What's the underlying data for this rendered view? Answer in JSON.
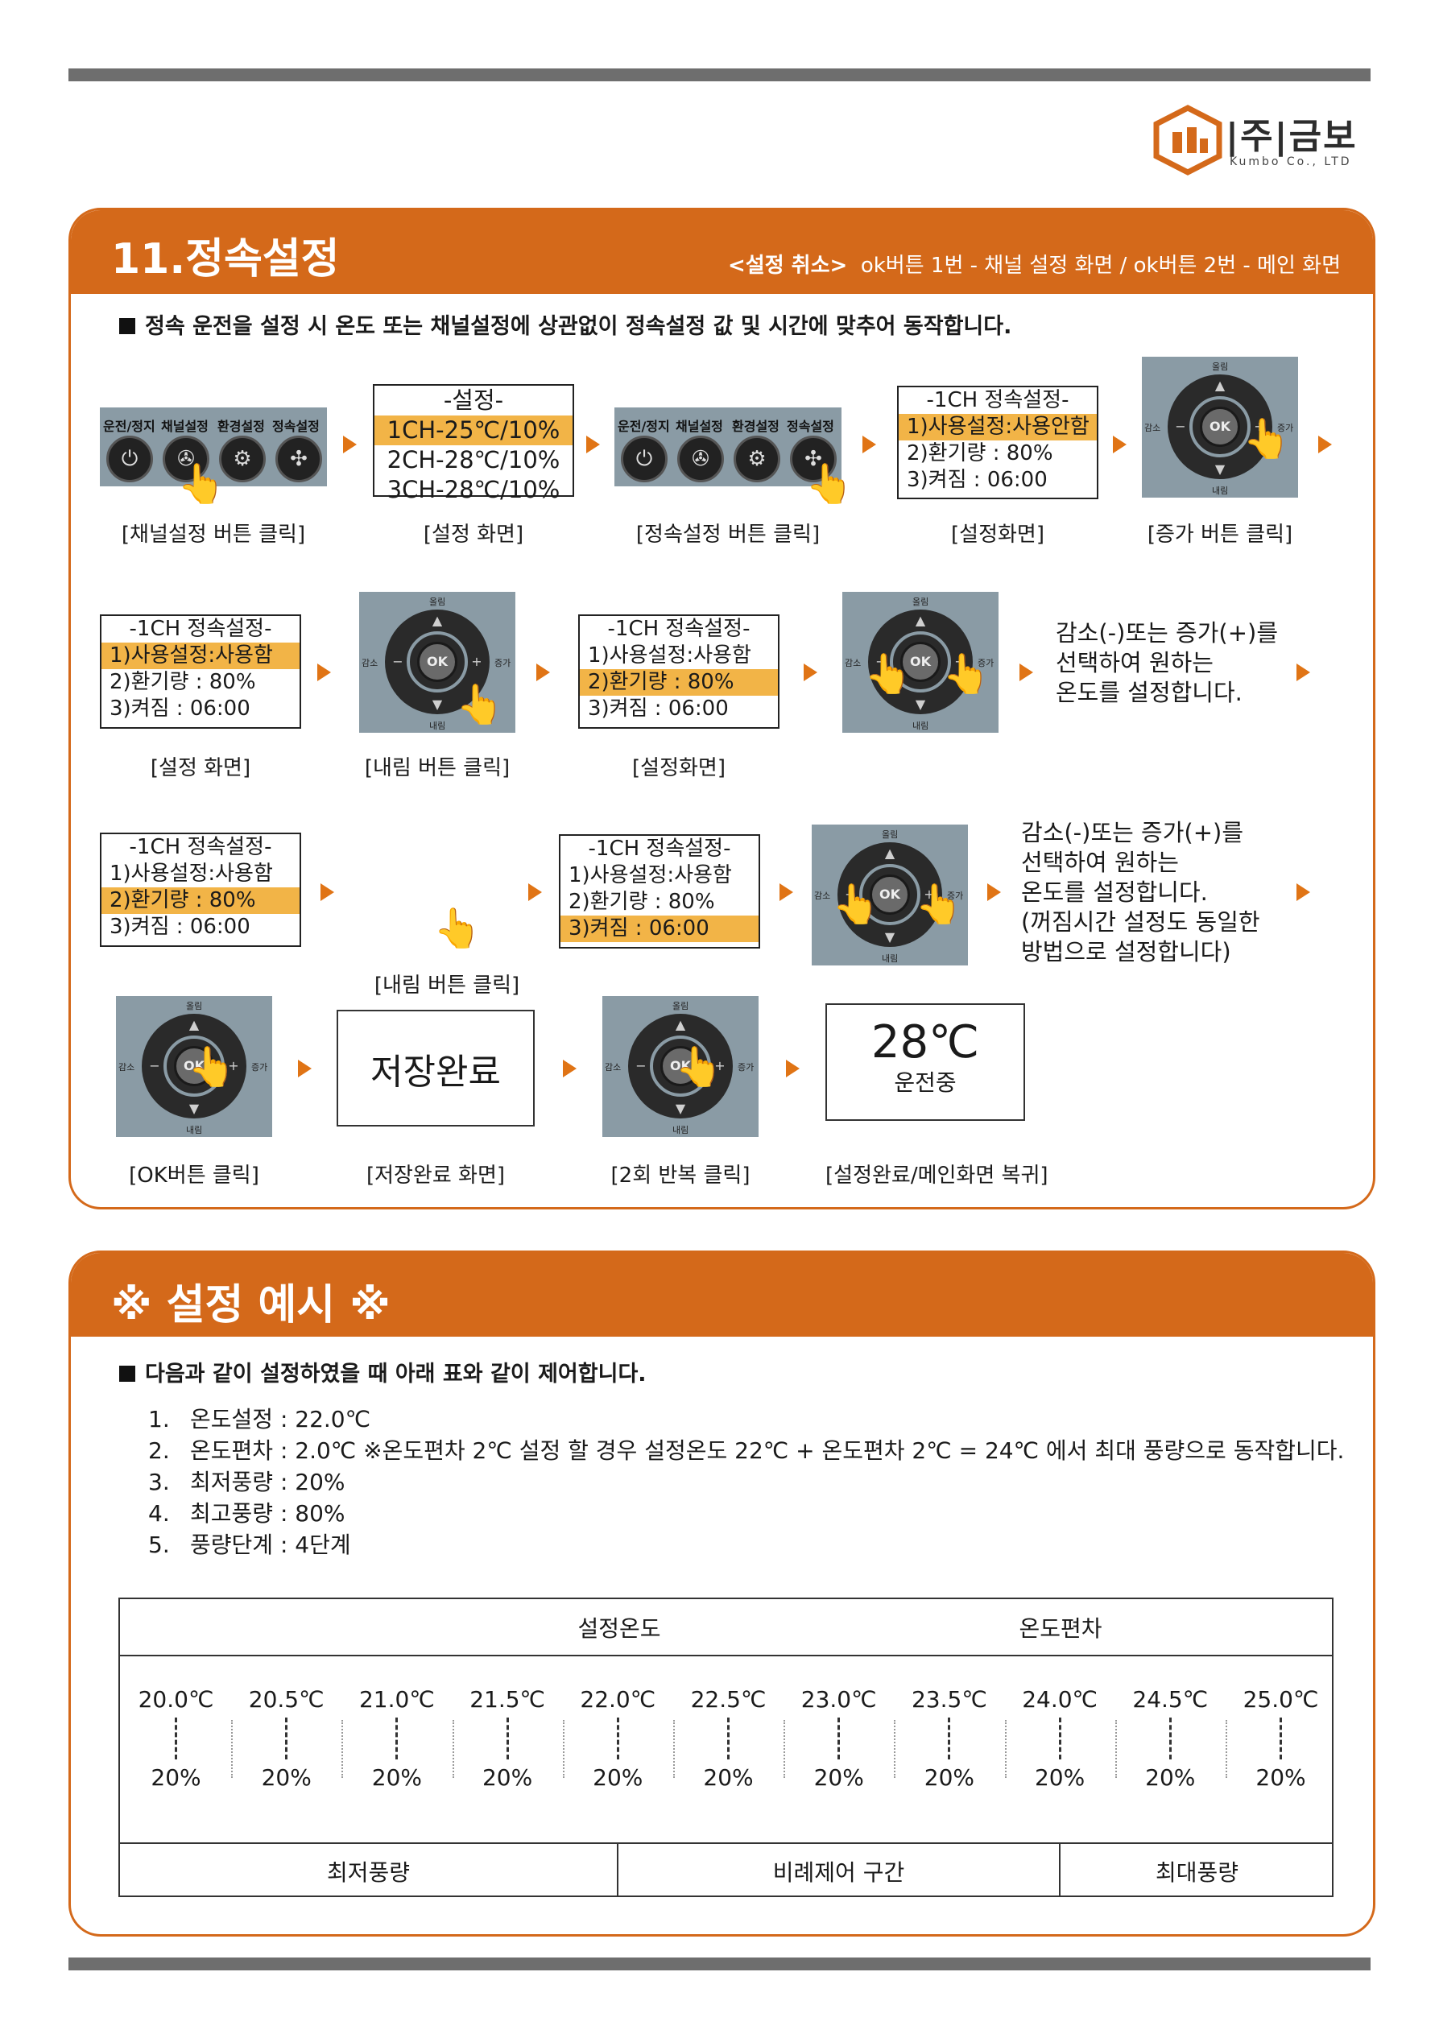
{
  "logo": {
    "name": "|주|금보",
    "sub": "Kumbo Co., LTD"
  },
  "section1": {
    "title": "11.정속설정",
    "cancel_label": "<설정 취소>",
    "cancel_text": "ok버튼 1번 - 채널 설정 화면 / ok버튼 2번 - 메인 화면",
    "intro": "정속 운전을 설정 시 온도 또는 채널설정에 상관없이 정속설정 값 및 시간에 맞추어 동작합니다.",
    "button_labels": [
      "운전/정지",
      "채널설정",
      "환경설정",
      "정속설정"
    ],
    "remote": {
      "up": "올림",
      "down": "내림",
      "left": "감소",
      "right": "증가",
      "ok": "OK"
    },
    "setting_screen": {
      "title": "-설정-",
      "rows": [
        "1CH-25℃/10%",
        "2CH-28℃/10%",
        "3CH-28℃/10%"
      ]
    },
    "cruise_title": "-1CH 정속설정-",
    "cruise_rows_a": [
      "1)사용설정:사용안함",
      "2)환기량 : 80%",
      "3)켜짐 : 06:00"
    ],
    "cruise_rows_b": [
      "1)사용설정:사용함",
      "2)환기량 : 80%",
      "3)켜짐 : 06:00"
    ],
    "captions": {
      "r1_1": "[채널설정 버튼 클릭]",
      "r1_2": "[설정 화면]",
      "r1_3": "[정속설정 버튼 클릭]",
      "r1_4": "[설정화면]",
      "r1_5": "[증가 버튼 클릭]",
      "r2_1": "[설정 화면]",
      "r2_2": "[내림 버튼 클릭]",
      "r2_3": "[설정화면]",
      "r3_2": "[내림 버튼 클릭]",
      "r4_1": "[OK버튼 클릭]",
      "r4_2": "[저장완료 화면]",
      "r4_3": "[2회 반복 클릭]",
      "r4_4": "[설정완료/메인화면 복귀]"
    },
    "desc_row2": [
      "감소(-)또는 증가(+)를",
      "선택하여 원하는",
      "온도를 설정합니다."
    ],
    "desc_row3": [
      "감소(-)또는 증가(+)를",
      "선택하여 원하는",
      "온도를 설정합니다.",
      "(꺼짐시간  설정도 동일한",
      "방법으로 설정합니다)"
    ],
    "saved_text": "저장완료",
    "main_temp": "28℃",
    "main_status": "운전중"
  },
  "section2": {
    "title": "※ 설정 예시 ※",
    "intro": "다음과 같이 설정하였을 때 아래 표와 같이 제어합니다.",
    "list": [
      {
        "n": "1.",
        "text": "온도설정 : 22.0℃"
      },
      {
        "n": "2.",
        "text": "온도편차 : 2.0℃   ※온도편차 2℃ 설정 할 경우 설정온도 22℃ + 온도편차 2℃ = 24℃ 에서 최대 풍량으로 동작합니다."
      },
      {
        "n": "3.",
        "text": "최저풍량 : 20%"
      },
      {
        "n": "4.",
        "text": "최고풍량 : 80%"
      },
      {
        "n": "5.",
        "text": "풍량단계 : 4단계"
      }
    ],
    "table": {
      "header_left": "설정온도",
      "header_right": "온도편차",
      "temps": [
        "20.0℃",
        "20.5℃",
        "21.0℃",
        "21.5℃",
        "22.0℃",
        "22.5℃",
        "23.0℃",
        "23.5℃",
        "24.0℃",
        "24.5℃",
        "25.0℃"
      ],
      "rates": [
        "20%",
        "20%",
        "20%",
        "20%",
        "20%",
        "20%",
        "20%",
        "20%",
        "20%",
        "20%",
        "20%"
      ],
      "footer": [
        "최저풍량",
        "비례제어 구간",
        "최대풍량"
      ]
    }
  }
}
